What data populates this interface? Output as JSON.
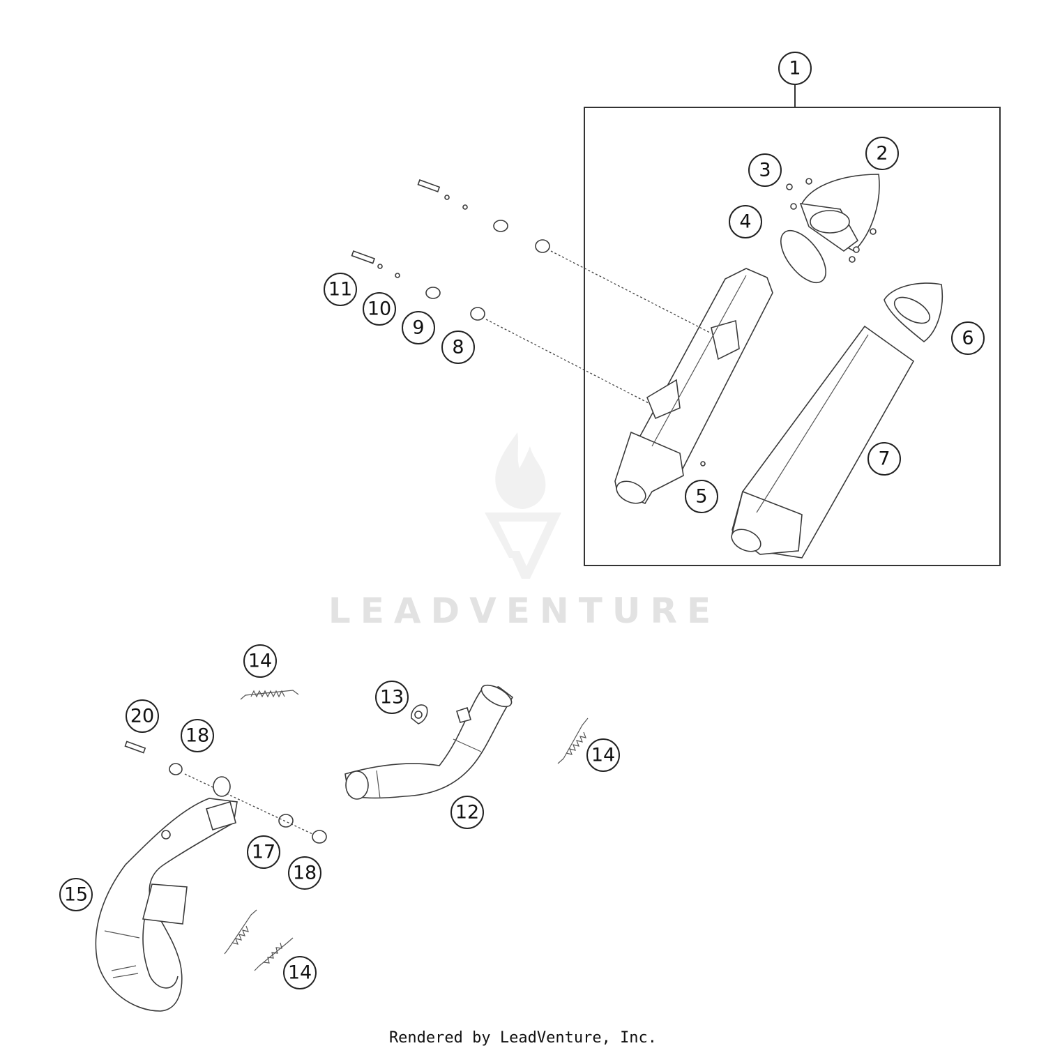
{
  "callouts": [
    {
      "id": "c1",
      "label": "1"
    },
    {
      "id": "c2",
      "label": "2"
    },
    {
      "id": "c3",
      "label": "3"
    },
    {
      "id": "c4",
      "label": "4"
    },
    {
      "id": "c5",
      "label": "5"
    },
    {
      "id": "c6",
      "label": "6"
    },
    {
      "id": "c7",
      "label": "7"
    },
    {
      "id": "c8",
      "label": "8"
    },
    {
      "id": "c9",
      "label": "9"
    },
    {
      "id": "c10",
      "label": "10"
    },
    {
      "id": "c11",
      "label": "11"
    },
    {
      "id": "c12",
      "label": "12"
    },
    {
      "id": "c13",
      "label": "13"
    },
    {
      "id": "c14a",
      "label": "14"
    },
    {
      "id": "c14b",
      "label": "14"
    },
    {
      "id": "c14c",
      "label": "14"
    },
    {
      "id": "c15",
      "label": "15"
    },
    {
      "id": "c17",
      "label": "17"
    },
    {
      "id": "c18a",
      "label": "18"
    },
    {
      "id": "c18b",
      "label": "18"
    },
    {
      "id": "c20",
      "label": "20"
    }
  ],
  "watermark": {
    "text": "LEADVENTURE"
  },
  "footer": {
    "text": "Rendered by LeadVenture, Inc."
  }
}
